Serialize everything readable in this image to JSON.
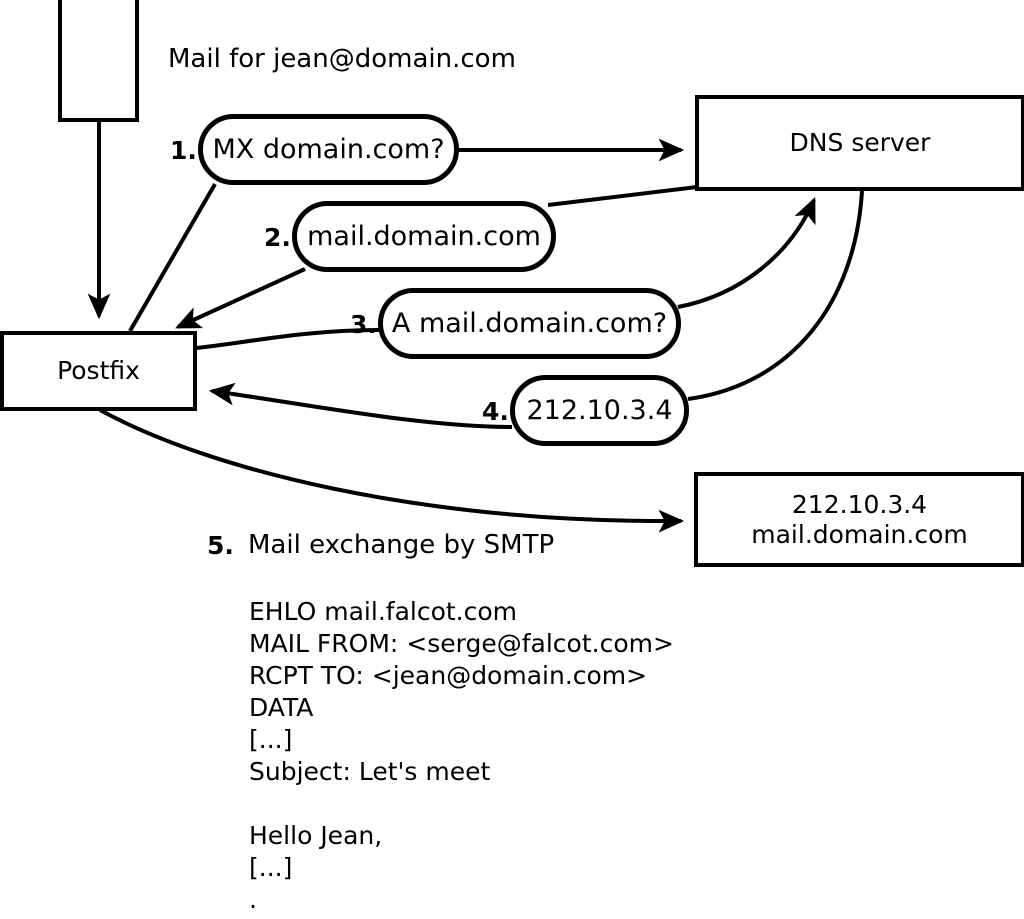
{
  "diagram": {
    "title_label": "Mail for jean@domain.com",
    "nodes": {
      "sender_box": "",
      "postfix": "Postfix",
      "dns_server": "DNS server",
      "destination_line1": "212.10.3.4",
      "destination_line2": "mail.domain.com"
    },
    "steps": [
      {
        "number": "1.",
        "label": "MX domain.com?"
      },
      {
        "number": "2.",
        "label": "mail.domain.com"
      },
      {
        "number": "3.",
        "label": "A mail.domain.com?"
      },
      {
        "number": "4.",
        "label": "212.10.3.4"
      }
    ],
    "step5": {
      "number": "5.",
      "label": "Mail exchange by SMTP"
    },
    "smtp_transcript": [
      "EHLO mail.falcot.com",
      "MAIL FROM: <serge@falcot.com>",
      "RCPT TO: <jean@domain.com>",
      "DATA",
      "[...]",
      "Subject: Let's meet",
      "",
      "Hello Jean,",
      "[...]",
      "."
    ],
    "colors": {
      "stroke": "#000000",
      "fill": "#ffffff"
    }
  }
}
